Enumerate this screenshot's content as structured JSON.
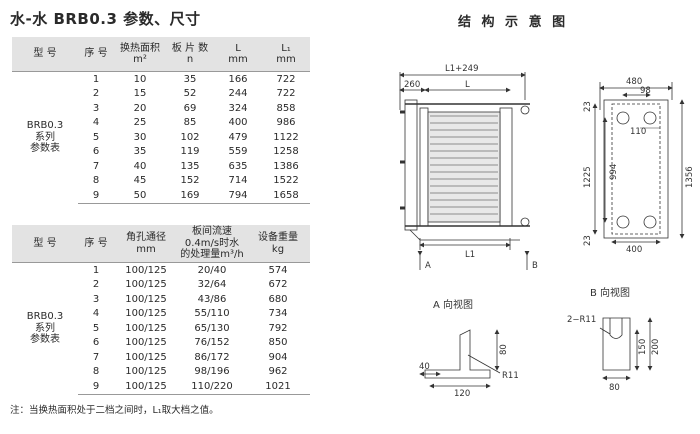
{
  "page_title": "水-水 BRB0.3 参数、尺寸",
  "schematic_title": "结 构 示 意 图",
  "table1": {
    "headers": {
      "model": "型 号",
      "seq": "序 号",
      "area": "换热面积",
      "area_unit": "m²",
      "plates": "板 片 数",
      "plates_unit": "n",
      "L": "L",
      "L_unit": "mm",
      "L1": "L₁",
      "L1_unit": "mm"
    },
    "model_label": [
      "BRB0.3",
      "系列",
      "参数表"
    ],
    "rows": [
      {
        "seq": "1",
        "area": "10",
        "plates": "35",
        "L": "166",
        "L1": "722"
      },
      {
        "seq": "2",
        "area": "15",
        "plates": "52",
        "L": "244",
        "L1": "722"
      },
      {
        "seq": "3",
        "area": "20",
        "plates": "69",
        "L": "324",
        "L1": "858"
      },
      {
        "seq": "4",
        "area": "25",
        "plates": "85",
        "L": "400",
        "L1": "986"
      },
      {
        "seq": "5",
        "area": "30",
        "plates": "102",
        "L": "479",
        "L1": "1122"
      },
      {
        "seq": "6",
        "area": "35",
        "plates": "119",
        "L": "559",
        "L1": "1258"
      },
      {
        "seq": "7",
        "area": "40",
        "plates": "135",
        "L": "635",
        "L1": "1386"
      },
      {
        "seq": "8",
        "area": "45",
        "plates": "152",
        "L": "714",
        "L1": "1522"
      },
      {
        "seq": "9",
        "area": "50",
        "plates": "169",
        "L": "794",
        "L1": "1658"
      }
    ]
  },
  "table2": {
    "headers": {
      "model": "型 号",
      "seq": "序 号",
      "port": "角孔通径",
      "port_unit": "mm",
      "flow1": "板间流速",
      "flow2": "0.4m/s时水",
      "flow3": "的处理量m³/h",
      "weight": "设备重量",
      "weight_unit": "kg"
    },
    "model_label": [
      "BRB0.3",
      "系列",
      "参数表"
    ],
    "rows": [
      {
        "seq": "1",
        "port": "100/125",
        "flow": "20/40",
        "weight": "574"
      },
      {
        "seq": "2",
        "port": "100/125",
        "flow": "32/64",
        "weight": "672"
      },
      {
        "seq": "3",
        "port": "100/125",
        "flow": "43/86",
        "weight": "680"
      },
      {
        "seq": "4",
        "port": "100/125",
        "flow": "55/110",
        "weight": "734"
      },
      {
        "seq": "5",
        "port": "100/125",
        "flow": "65/130",
        "weight": "792"
      },
      {
        "seq": "6",
        "port": "100/125",
        "flow": "76/152",
        "weight": "850"
      },
      {
        "seq": "7",
        "port": "100/125",
        "flow": "86/172",
        "weight": "904"
      },
      {
        "seq": "8",
        "port": "100/125",
        "flow": "98/196",
        "weight": "962"
      },
      {
        "seq": "9",
        "port": "100/125",
        "flow": "110/220",
        "weight": "1021"
      }
    ]
  },
  "note": "注：当换热面积处于二档之间时，L₁取大档之值。",
  "drawing": {
    "side": {
      "L1_plus": "L1+249",
      "d260": "260",
      "L": "L",
      "L1": "L1",
      "A": "A",
      "B": "B"
    },
    "front": {
      "d480": "480",
      "d98": "98",
      "d23a": "23",
      "d110": "110",
      "d1225": "1225",
      "d994": "994",
      "d1356": "1356",
      "d23b": "23",
      "d400": "400"
    },
    "viewA": {
      "title": "A 向视图",
      "d80": "80",
      "d40": "40",
      "d120": "120",
      "r11": "R11"
    },
    "viewB": {
      "title": "B 向视图",
      "r11": "2−R11",
      "d150": "150",
      "d200": "200",
      "d80": "80"
    }
  }
}
